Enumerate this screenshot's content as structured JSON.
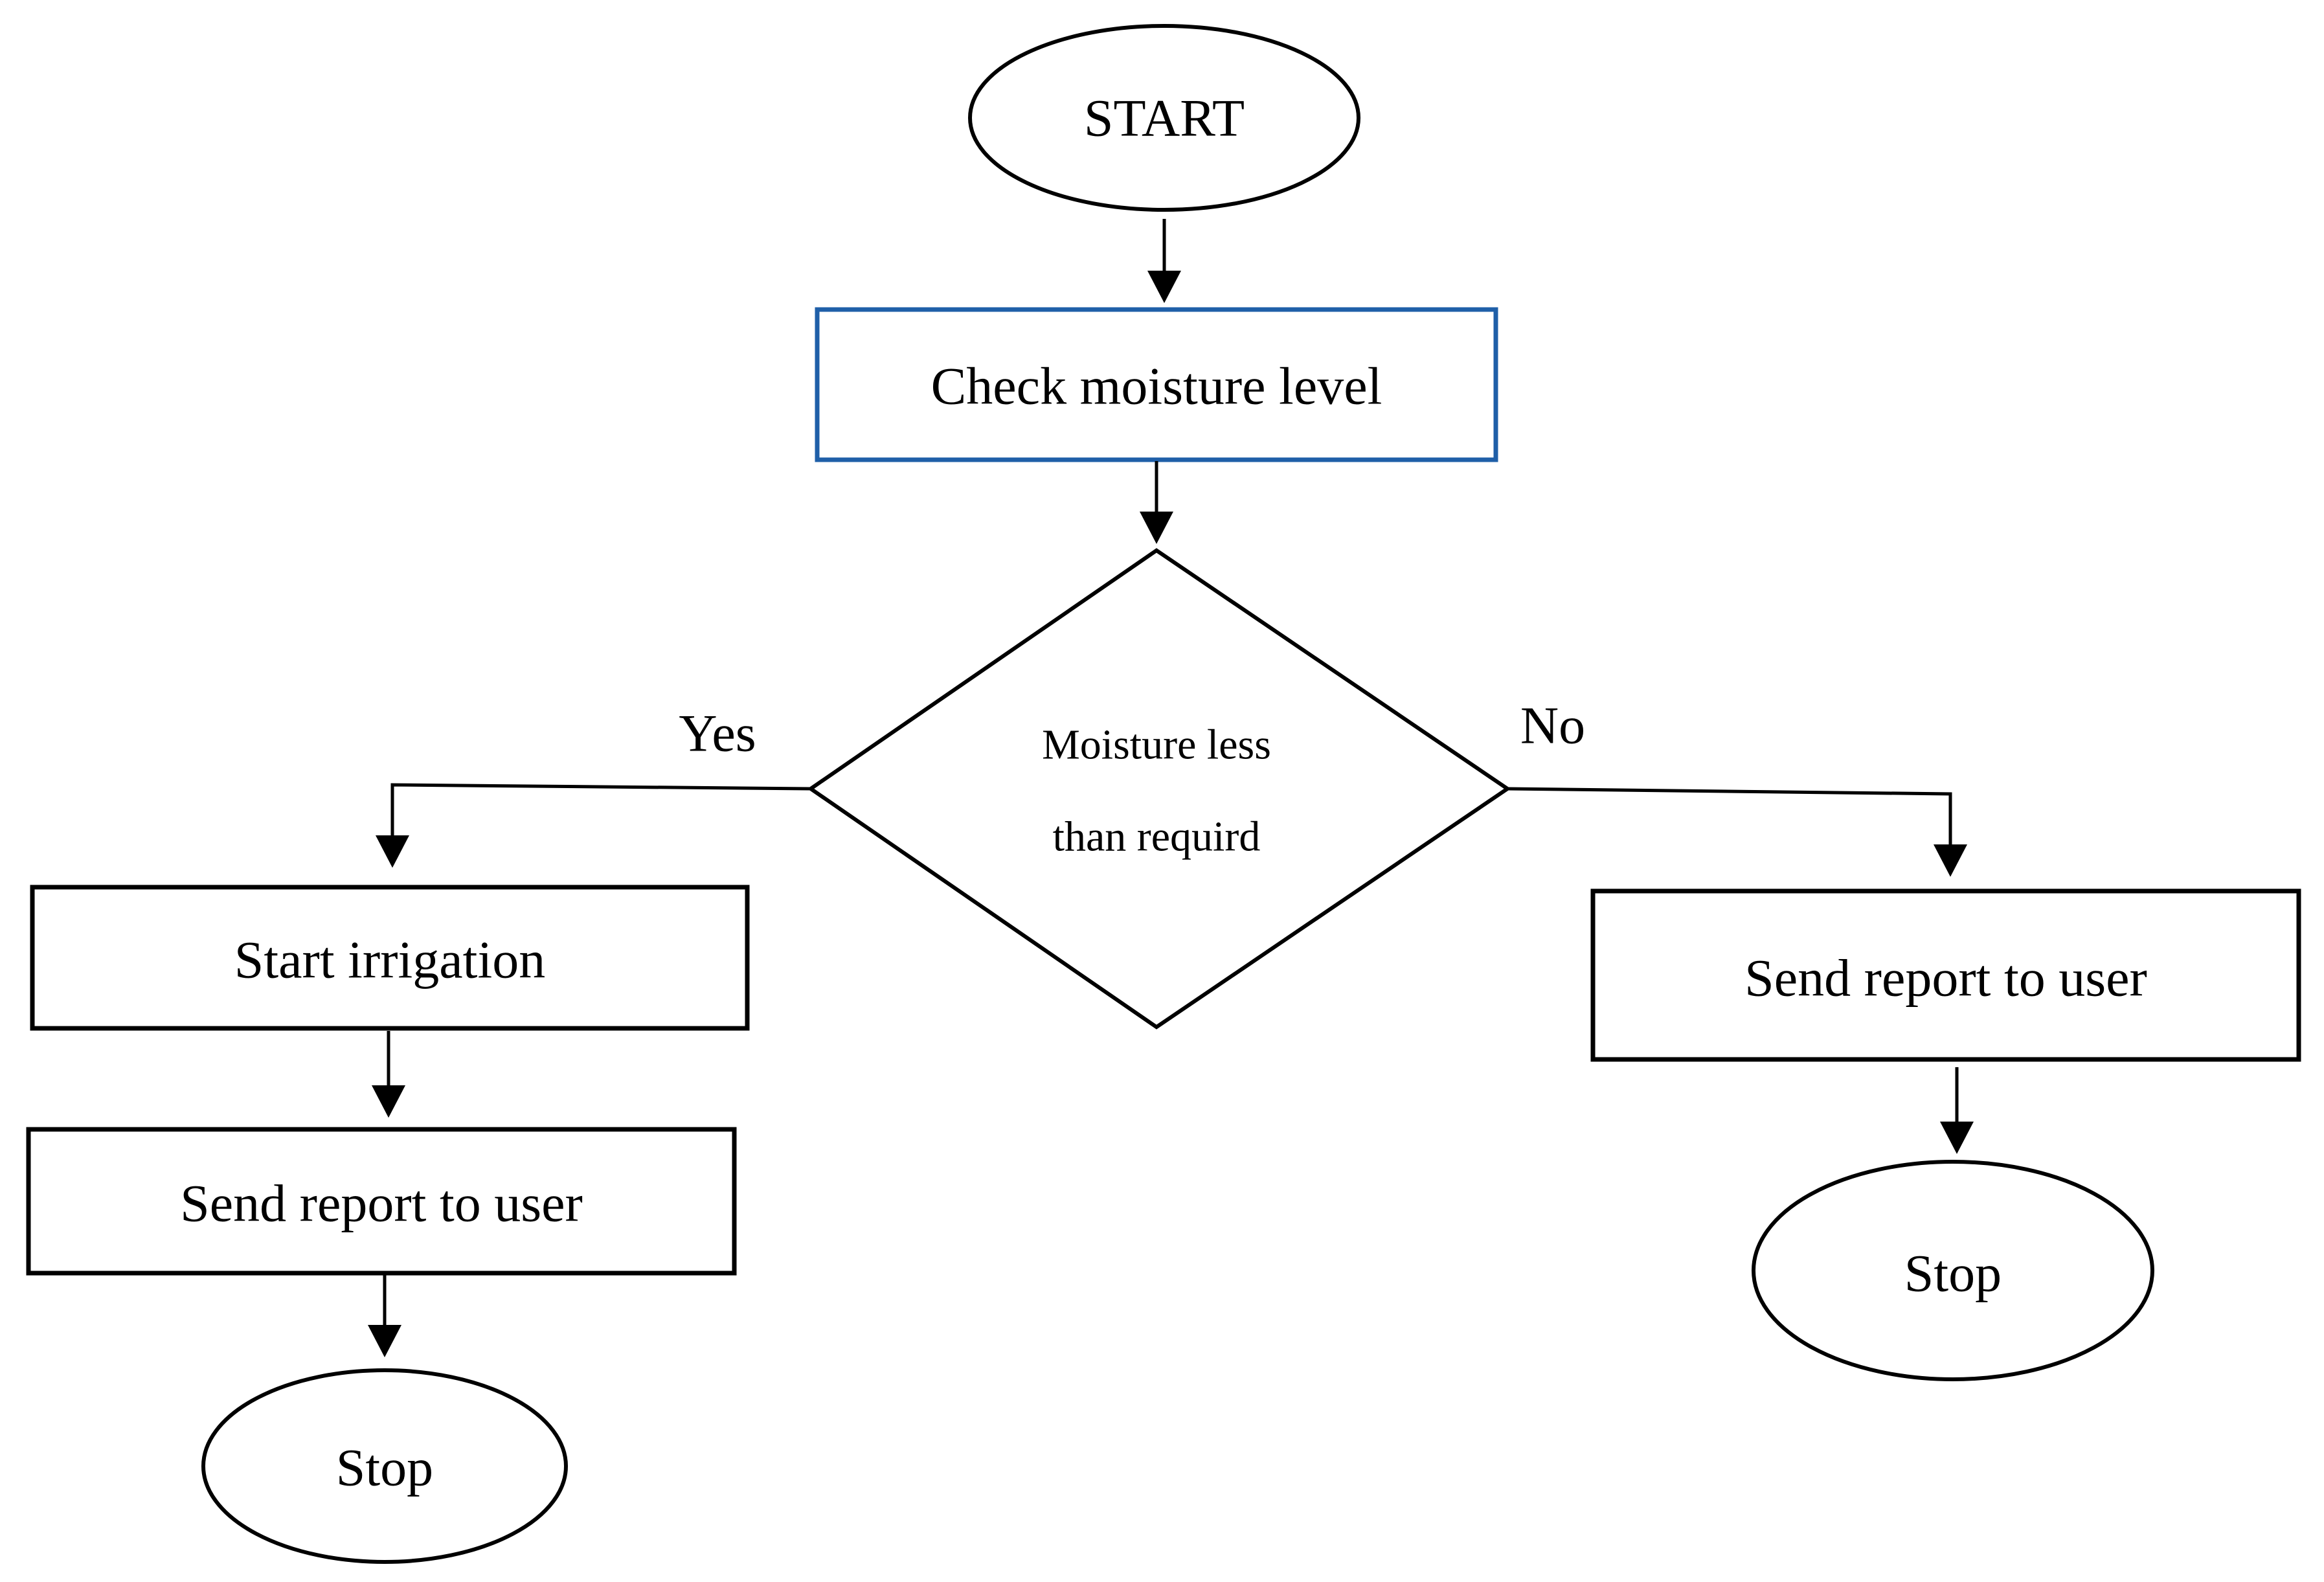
{
  "flowchart": {
    "start": "START",
    "check": "Check moisture level",
    "decision": {
      "line1": "Moisture less",
      "line2": "than requird"
    },
    "yes_label": "Yes",
    "no_label": "No",
    "yes_branch": {
      "action": "Start irrigation",
      "report": "Send report to user",
      "end": "Stop"
    },
    "no_branch": {
      "report": "Send report to user",
      "end": "Stop"
    }
  },
  "colors": {
    "highlight_border": "#1f5fa8",
    "stroke": "#000000",
    "background": "#ffffff"
  }
}
